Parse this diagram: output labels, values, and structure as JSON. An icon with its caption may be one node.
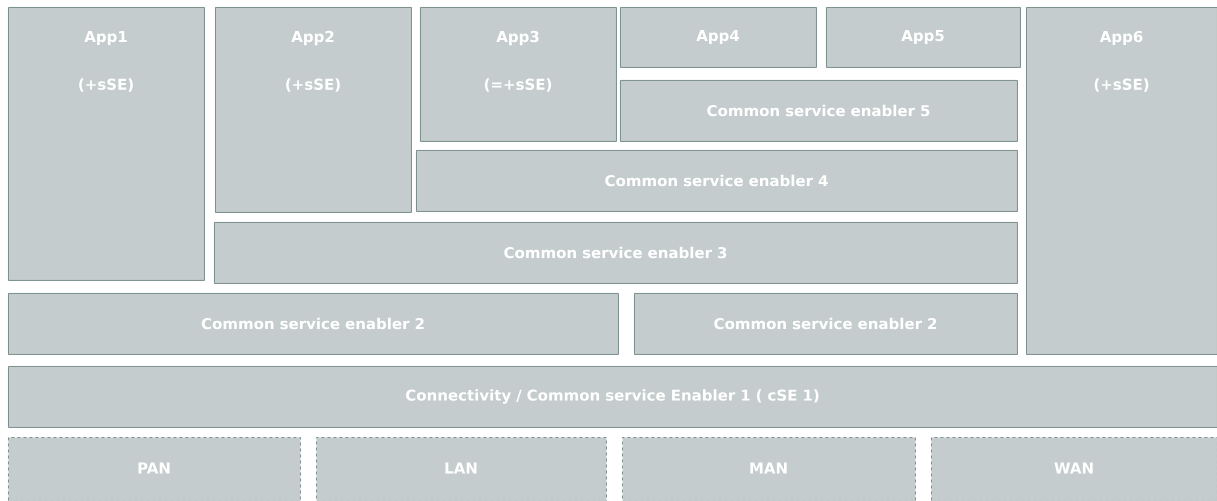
{
  "diagram": {
    "nodes": [
      {
        "text": [
          "App1",
          "(+sSE)"
        ]
      },
      {
        "text": [
          "App2",
          "(+sSE)"
        ]
      },
      {
        "text": [
          "App3",
          "(=+sSE)"
        ]
      },
      {
        "text": [
          "App4"
        ]
      },
      {
        "text": [
          "App5"
        ]
      },
      {
        "text": [
          "App6",
          "(+sSE)"
        ]
      },
      {
        "text": [
          "Common service enabler 5"
        ]
      },
      {
        "text": [
          "Common service enabler 4"
        ]
      },
      {
        "text": [
          "Common service enabler 3"
        ]
      },
      {
        "text": [
          "Common service enabler 2"
        ]
      },
      {
        "text": [
          "Common service enabler 2"
        ]
      },
      {
        "text": [
          "Connectivity / Common service Enabler 1 ( cSE 1)"
        ]
      },
      {
        "text": [
          "PAN"
        ]
      },
      {
        "text": [
          "LAN"
        ]
      },
      {
        "text": [
          "MAN"
        ]
      },
      {
        "text": [
          "WAN"
        ]
      }
    ]
  }
}
